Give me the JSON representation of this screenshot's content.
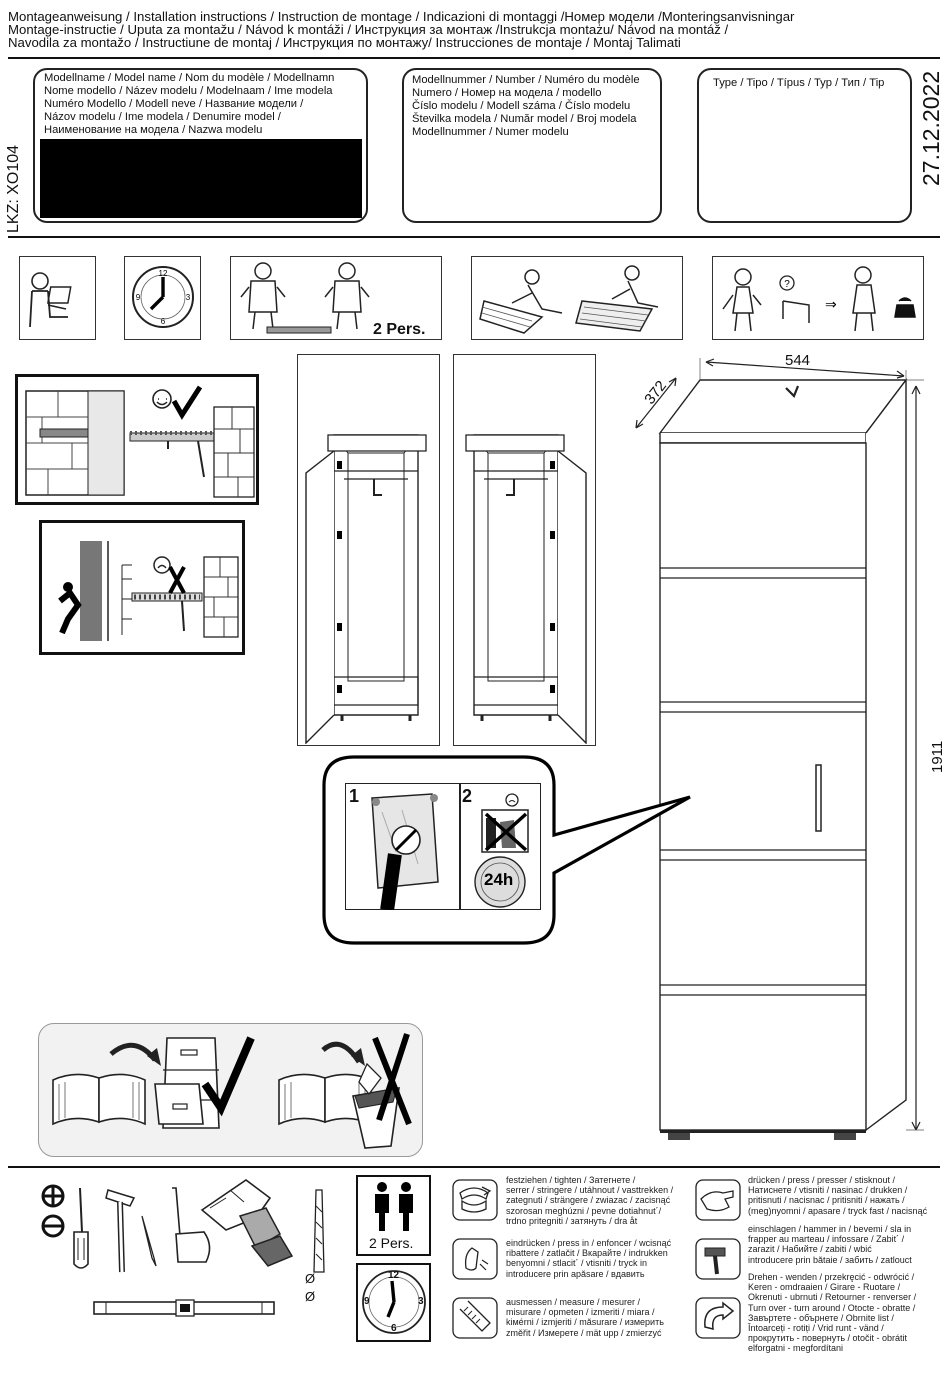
{
  "header": {
    "line1": "Montageanweisung   / Installation instructions / Instruction de montage / Indicazioni di montaggi /Номер модели /Monteringsanvisningar",
    "line2": "Montage-instructie / Uputa za montažu / Návod k montáži / Инструкция за монтаж /Instrukcja montażu/ Návod na montáž /",
    "line3": "Navodila za montažo / Instructiune de montaj / Инструкция по монтажу/ Instrucciones de montaje / Montaj Talimati"
  },
  "lkz": "LKZ: XO104",
  "date": "27.12.2022",
  "info_boxes": {
    "model_name_lines": [
      "Modellname / Model name / Nom du modèle / Modellnamn",
      "Nome modello / Název modelu / Modelnaam / Ime modela",
      "Numéro Modello / Modell neve / Название модели /",
      "Názov modelu / Ime modela / Denumire model /",
      "Наименование на модела / Nazwa modelu"
    ],
    "model_number_lines": [
      "Modellnummer / Number / Numéro du modèle",
      "Numero /  Номер на модела / modello",
      "Číslo modelu / Modell száma / Číslo modelu",
      "Številka modela / Număr model / Broj modela",
      "Modellnummer / Numer modelu"
    ],
    "type_line": "Type / Tipo / Típus / Typ / Тип / Tip"
  },
  "icons_row": {
    "two_persons": "2 Pers."
  },
  "dimensions": {
    "width": "544",
    "depth": "372",
    "height": "1911"
  },
  "care_steps": {
    "step1": "1",
    "step2": "2",
    "hours": "24h"
  },
  "clock": {
    "n12": "12",
    "n3": "3",
    "n6": "6",
    "n9": "9"
  },
  "tools": {
    "diameter1": "Ø",
    "diameter2": "Ø"
  },
  "persons_box": "2 Pers.",
  "symbols_left": [
    [
      "festziehen / tighten / Затегнете /",
      "serrer / stringere / utáhnout / vasttrekken /",
      "zategnuti / strängere / zwiazac / zacisnąć",
      "szorosan meghúzni / pevne dotiahnut´/",
      "trdno pritegniti / затянуть / dra åt"
    ],
    [
      "eindrücken / press in / enfoncer / wcisnąć",
      "ribattere / zatlačit / Вкарайте / indrukken",
      "benyomni / stlacit´ / vtisniti / tryck in",
      "introducere prin apăsare / вдавить"
    ],
    [
      "ausmessen / measure / mesurer /",
      "misurare / opmeten / izmeriti / miara /",
      "kiмérni / izmjeriti / măsurare / измерить",
      "změřit / Измерете / mät upp / zmierzyć"
    ]
  ],
  "symbols_right": [
    [
      "drücken / press / presser / stisknout /",
      "Натиснете / vtisniti / nasinac / drukken /",
      "pritisnuti / nacisnac / pritisniti / нажать /",
      "(meg)nyomni / apasare / tryck fast / nacisnąć"
    ],
    [
      "einschlagen / hammer in / bevemi / sla in",
      "frapper au marteau / infossare / Zabit´ /",
      "zarazit / Набийте / zabiti / wbić",
      "introducere prin bătaie / забить / zatlouct"
    ],
    [
      "Drehen - wenden / przekręcić - odwrócić /",
      "Keren - omdraaien / Girare - Ruotare /",
      "Okrenuti - ubrnuti / Retourner - renverser /",
      "Turn over - turn around / Otocte - obratte /",
      "Завъртете - обърнете / Obrnite list /",
      "Întoarceți - rotiți / Vrid runt - vänd /",
      "прокрутить - повернуть / otočit - obrátit",
      "elforgatni - megfordítani"
    ]
  ]
}
